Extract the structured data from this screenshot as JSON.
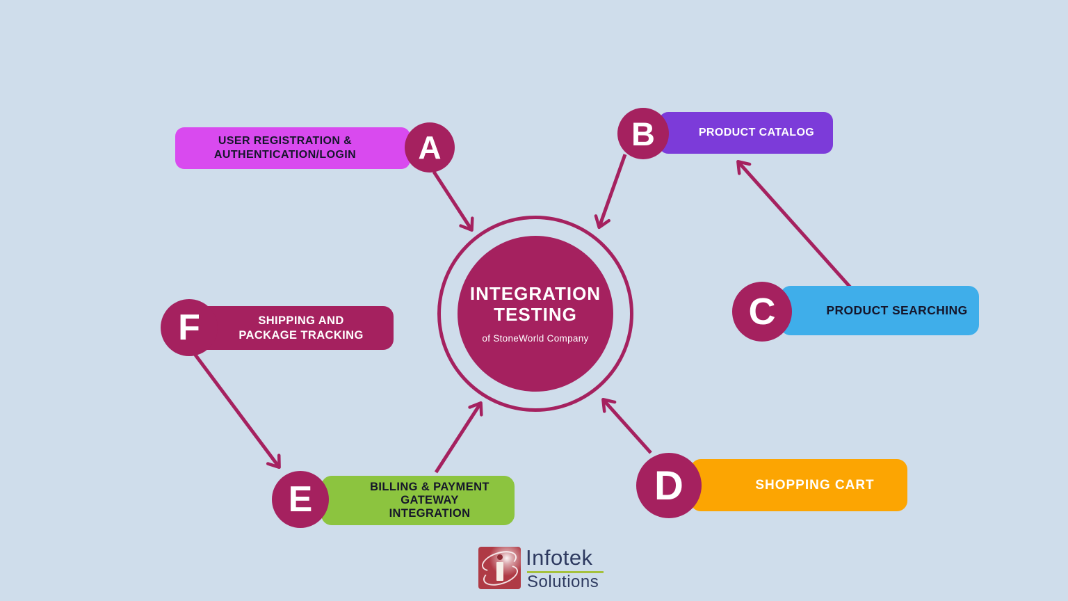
{
  "center": {
    "title": "INTEGRATION TESTING",
    "subtitle": "of StoneWorld Company"
  },
  "nodes": [
    {
      "letter": "A",
      "label": "USER REGISTRATION & AUTHENTICATION/LOGIN"
    },
    {
      "letter": "B",
      "label": "PRODUCT CATALOG"
    },
    {
      "letter": "C",
      "label": "PRODUCT SEARCHING"
    },
    {
      "letter": "D",
      "label": "SHOPPING CART"
    },
    {
      "letter": "E",
      "label": "BILLING & PAYMENT GATEWAY INTEGRATION"
    },
    {
      "letter": "F",
      "label": "SHIPPING AND PACKAGE TRACKING"
    }
  ],
  "connections": [
    {
      "from": "A",
      "to": "center"
    },
    {
      "from": "B",
      "to": "center"
    },
    {
      "from": "C",
      "to": "B"
    },
    {
      "from": "D",
      "to": "center"
    },
    {
      "from": "E",
      "to": "center"
    },
    {
      "from": "F",
      "to": "E"
    }
  ],
  "logo": {
    "brand": "Infotek",
    "sub": "Solutions"
  },
  "colors": {
    "background": "#CFDDEB",
    "primary": "#A5215F",
    "pill_a": "#D94AEF",
    "pill_b": "#7C3BD9",
    "pill_c": "#3FAEEA",
    "pill_d": "#FCA502",
    "pill_e": "#8CC43F",
    "dark_text": "#15152A",
    "light_text": "#FFFFFF",
    "logo_red": "#AF3A45",
    "logo_navy": "#2E3A60",
    "logo_green": "#A5C13D"
  }
}
